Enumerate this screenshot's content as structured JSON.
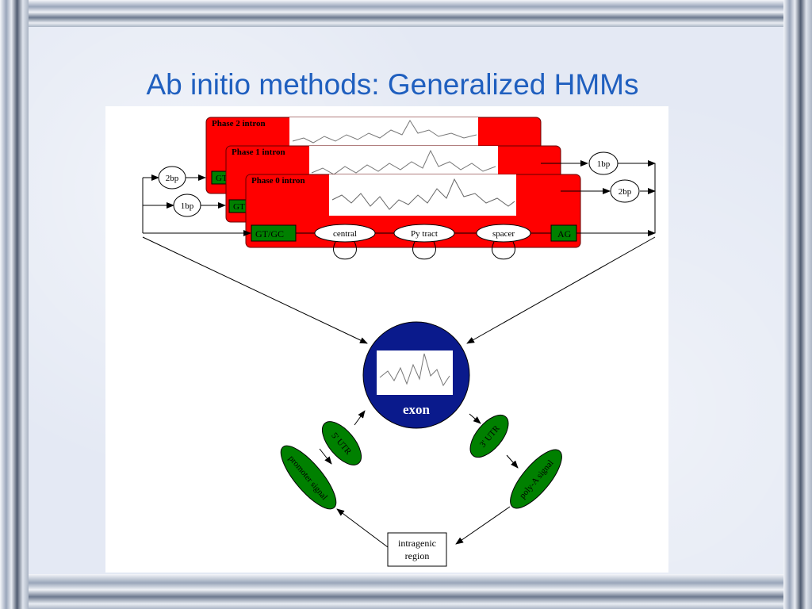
{
  "slide": {
    "title": "Ab initio methods: Generalized HMMs"
  },
  "diagram": {
    "intron_panels": [
      {
        "label": "Phase 2 intron"
      },
      {
        "label": "Phase 1 intron"
      },
      {
        "label": "Phase 0 intron"
      }
    ],
    "back_panel_tags": [
      "GT",
      "GT"
    ],
    "splice_donor": "GT/GC",
    "splice_acceptor": "AG",
    "intron_states": [
      "central",
      "Py tract",
      "spacer"
    ],
    "left_inputs": [
      "2bp",
      "1bp"
    ],
    "right_outputs": [
      "1bp",
      "2bp"
    ],
    "exon_label": "exon",
    "utr5": "5' UTR",
    "utr3": "3' UTR",
    "promoter": "promoter signal",
    "polya": "poly-A signal",
    "intragenic": [
      "intragenic",
      "region"
    ]
  },
  "colors": {
    "title": "#1f5fbf",
    "intron_red": "#ff0000",
    "state_green": "#008000",
    "exon_blue": "#0a1a8c"
  }
}
